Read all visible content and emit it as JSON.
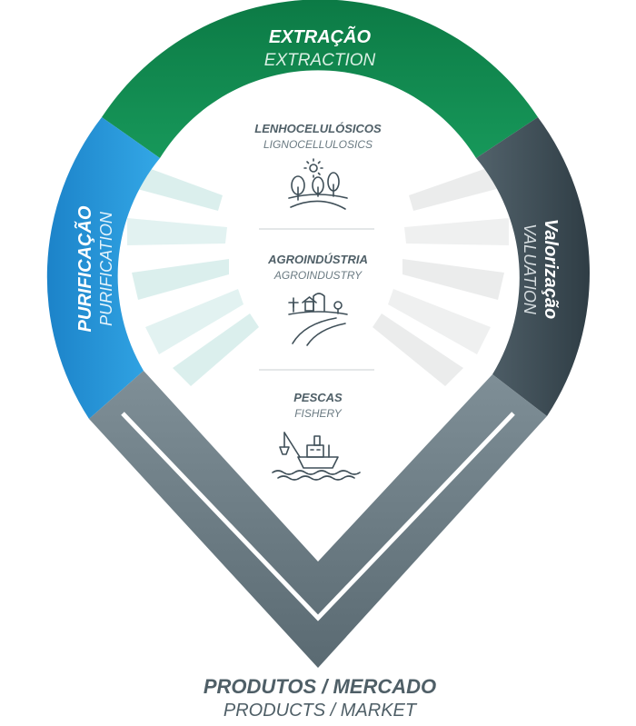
{
  "segments": {
    "extraction": {
      "title": "EXTRAÇÃO",
      "subtitle": "EXTRACTION",
      "color": "#10864f"
    },
    "purification": {
      "title": "PURIFICAÇÃO",
      "subtitle": "PURIFICATION",
      "color": "#1b8fd6"
    },
    "valuation": {
      "title": "Valorização",
      "subtitle": "VALUATION",
      "color": "#3f4f58"
    },
    "market": {
      "title": "PRODUTOS / MERCADO",
      "subtitle": "PRODUCTS / MARKET",
      "color": "#66777f"
    }
  },
  "sources": [
    {
      "title": "LENHOCELULÓSICOS",
      "subtitle": "LIGNOCELLULOSICS",
      "icon": "forest-landscape-icon"
    },
    {
      "title": "AGROINDÚSTRIA",
      "subtitle": "AGROINDUSTRY",
      "icon": "farm-silo-icon"
    },
    {
      "title": "PESCAS",
      "subtitle": "FISHERY",
      "icon": "fishing-boat-icon"
    }
  ]
}
